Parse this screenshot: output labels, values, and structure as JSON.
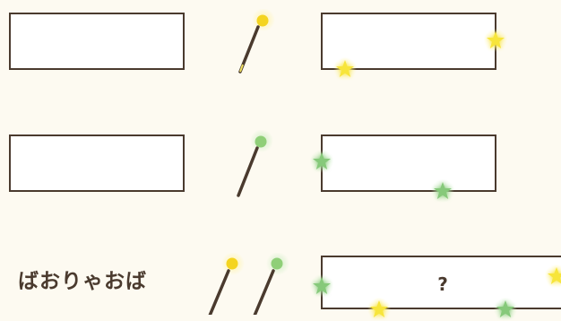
{
  "puzzle": {
    "rows": [
      {
        "wand_color": "yellow",
        "left_box_text": "",
        "right_box_text": ""
      },
      {
        "wand_color": "green",
        "left_box_text": "",
        "right_box_text": ""
      },
      {
        "wand_color": "yellow+green",
        "word": "ばおりゃおば",
        "right_box_text": "?"
      }
    ]
  },
  "colors": {
    "background": "#fdfaf1",
    "box_border": "#4a3a2e",
    "yellow_star": "#f7e53a",
    "green_star": "#86c97a"
  },
  "icons": [
    "magic-wand-icon",
    "star-icon"
  ]
}
